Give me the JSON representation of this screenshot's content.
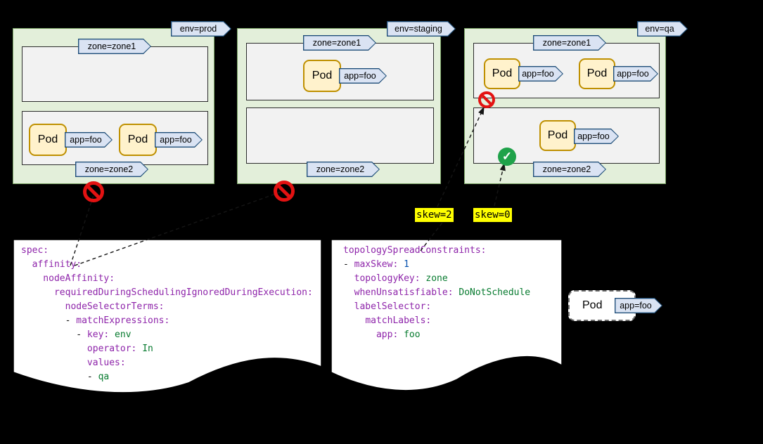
{
  "canvas": {
    "background": "#000000"
  },
  "icons": {
    "blocked": "no-entry-icon",
    "allowed": "check-circle-icon"
  },
  "clusters": [
    {
      "id": "prod",
      "env_label": "env=prod",
      "zones": [
        {
          "label": "zone=zone1",
          "pods": []
        },
        {
          "label": "zone=zone2",
          "pods": [
            {
              "name": "Pod",
              "tag": "app=foo"
            },
            {
              "name": "Pod",
              "tag": "app=foo"
            }
          ]
        }
      ],
      "verdict": "blocked"
    },
    {
      "id": "staging",
      "env_label": "env=staging",
      "zones": [
        {
          "label": "zone=zone1",
          "pods": [
            {
              "name": "Pod",
              "tag": "app=foo"
            }
          ]
        },
        {
          "label": "zone=zone2",
          "pods": []
        }
      ],
      "verdict": "blocked"
    },
    {
      "id": "qa",
      "env_label": "env=qa",
      "zones": [
        {
          "label": "zone=zone1",
          "pods": [
            {
              "name": "Pod",
              "tag": "app=foo"
            },
            {
              "name": "Pod",
              "tag": "app=foo"
            }
          ],
          "verdict": "blocked"
        },
        {
          "label": "zone=zone2",
          "pods": [
            {
              "name": "Pod",
              "tag": "app=foo"
            }
          ],
          "verdict": "allowed"
        }
      ]
    }
  ],
  "skew_labels": [
    {
      "text": "skew=2"
    },
    {
      "text": "skew=0"
    }
  ],
  "pending_pod": {
    "name": "Pod",
    "tag": "app=foo"
  },
  "yaml_docs": {
    "affinity": {
      "lines": [
        [
          {
            "t": "spec:",
            "c": "key"
          }
        ],
        [
          {
            "t": "  affinity:",
            "c": "key"
          }
        ],
        [
          {
            "t": "    nodeAffinity:",
            "c": "key"
          }
        ],
        [
          {
            "t": "      requiredDuringSchedulingIgnoredDuringExecution:",
            "c": "key"
          }
        ],
        [
          {
            "t": "        nodeSelectorTerms:",
            "c": "key"
          }
        ],
        [
          {
            "t": "        - ",
            "c": "plain"
          },
          {
            "t": "matchExpressions:",
            "c": "key"
          }
        ],
        [
          {
            "t": "          - ",
            "c": "plain"
          },
          {
            "t": "key:",
            "c": "key"
          },
          {
            "t": " env",
            "c": "value"
          }
        ],
        [
          {
            "t": "            ",
            "c": "plain"
          },
          {
            "t": "operator:",
            "c": "key"
          },
          {
            "t": " In",
            "c": "value"
          }
        ],
        [
          {
            "t": "            ",
            "c": "plain"
          },
          {
            "t": "values:",
            "c": "key"
          }
        ],
        [
          {
            "t": "            - ",
            "c": "plain"
          },
          {
            "t": "qa",
            "c": "value"
          }
        ]
      ]
    },
    "spread": {
      "lines": [
        [
          {
            "t": "topologySpreadConstraints:",
            "c": "key"
          }
        ],
        [
          {
            "t": "- ",
            "c": "plain"
          },
          {
            "t": "maxSkew:",
            "c": "key"
          },
          {
            "t": " 1",
            "c": "number"
          }
        ],
        [
          {
            "t": "  ",
            "c": "plain"
          },
          {
            "t": "topologyKey:",
            "c": "key"
          },
          {
            "t": " zone",
            "c": "value"
          }
        ],
        [
          {
            "t": "  ",
            "c": "plain"
          },
          {
            "t": "whenUnsatisfiable:",
            "c": "key"
          },
          {
            "t": " DoNotSchedule",
            "c": "value"
          }
        ],
        [
          {
            "t": "  ",
            "c": "plain"
          },
          {
            "t": "labelSelector:",
            "c": "key"
          }
        ],
        [
          {
            "t": "    ",
            "c": "plain"
          },
          {
            "t": "matchLabels:",
            "c": "key"
          }
        ],
        [
          {
            "t": "      ",
            "c": "plain"
          },
          {
            "t": "app:",
            "c": "key"
          },
          {
            "t": " foo",
            "c": "value"
          }
        ]
      ]
    }
  },
  "colors": {
    "cluster_fill": "#e3efda",
    "zone_fill": "#f2f2f2",
    "pod_fill": "#fff2cc",
    "pod_border": "#bf9000",
    "tag_fill": "#dae3f3",
    "tag_border": "#1f4e79",
    "skew_highlight": "#ffff00",
    "blocked_red": "#e31212",
    "allowed_green": "#1fa24a",
    "yaml_key": "#8e24aa",
    "yaml_value": "#067a2e",
    "yaml_number": "#0550ae"
  }
}
